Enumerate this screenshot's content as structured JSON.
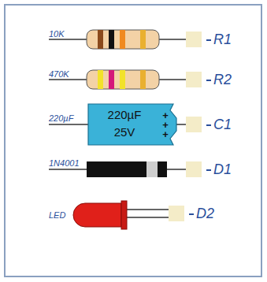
{
  "diagram": {
    "labels": [
      "10K",
      "R1",
      "470K",
      "R2",
      "220µF",
      "220µF",
      "25V",
      "+",
      "+",
      "+",
      "C1",
      "1N4001",
      "D1",
      "LED",
      "D2"
    ]
  }
}
